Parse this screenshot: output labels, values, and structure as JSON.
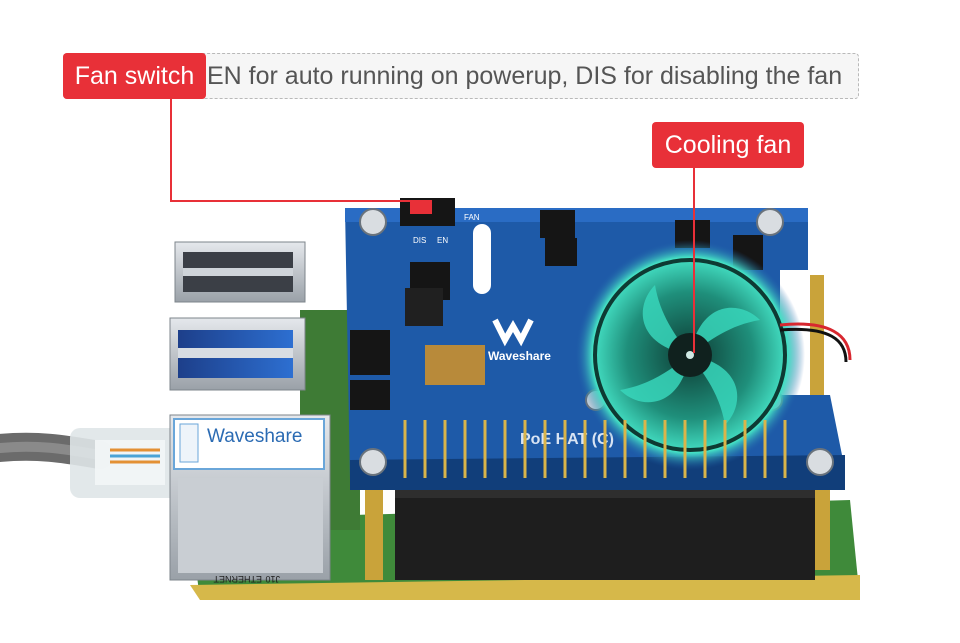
{
  "callouts": {
    "fan_switch": {
      "label": "Fan switch",
      "description": "EN for auto running on powerup, DIS for disabling the fan"
    },
    "cooling_fan": {
      "label": "Cooling fan"
    }
  },
  "board": {
    "brand_text": "Waveshare",
    "switch_labels": {
      "dis": "DIS",
      "en": "EN",
      "fan": "FAN"
    },
    "silkscreen_title": "PoE HAT (C)",
    "label_sticker_text": "Waveshare",
    "ethernet_text": "ETHERNET",
    "j10_text": "J10"
  },
  "colors": {
    "accent_red": "#e83038",
    "pcb_blue": "#1e5aa8",
    "fan_teal": "#2fd1b6",
    "pi_green": "#3f8a3a"
  }
}
